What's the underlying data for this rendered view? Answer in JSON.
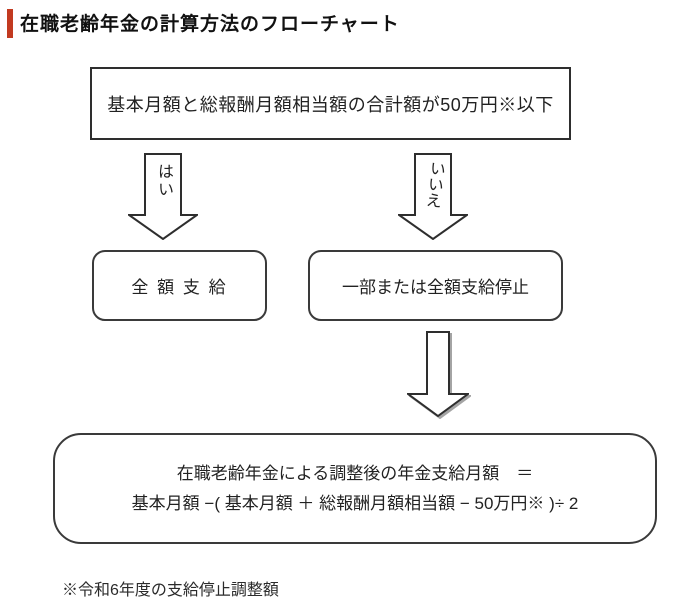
{
  "title": "在職老齢年金の計算方法のフローチャート",
  "colors": {
    "accent": "#c23a20",
    "border": "#2e2e2e",
    "text": "#222222"
  },
  "flowchart": {
    "condition_box": "基本月額と総報酬月額相当額の合計額が50万円※以下",
    "yes_label": "はい",
    "no_label": "いいえ",
    "full_payment_box": "全 額 支 給",
    "suspension_box": "一部または全額支給停止",
    "formula_line1": "在職老齢年金による調整後の年金支給月額　＝",
    "formula_line2": "基本月額 −( 基本月額 ＋ 総報酬月額相当額 − 50万円※ )÷ 2",
    "footnote": "※令和6年度の支給停止調整額"
  }
}
